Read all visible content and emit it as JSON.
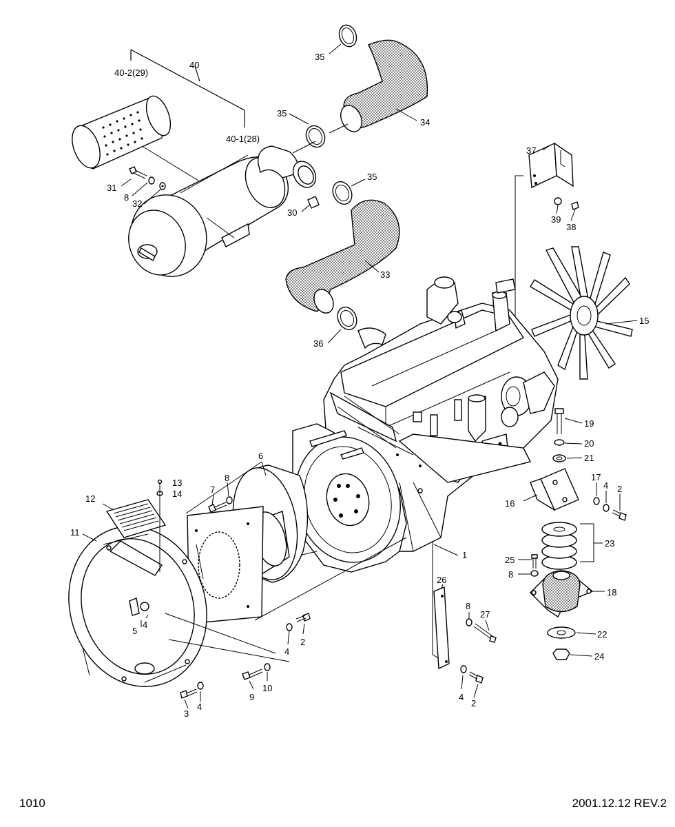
{
  "page": {
    "page_number": "1010",
    "revision": "2001.12.12 REV.2"
  },
  "callouts": {
    "c40": "40",
    "c40_2": "40-2(29)",
    "c40_1": "40-1(28)",
    "c35a": "35",
    "c35b": "35",
    "c35c": "35",
    "c34": "34",
    "c33": "33",
    "c36": "36",
    "c31": "31",
    "c8a": "8",
    "c32": "32",
    "c30": "30",
    "c37": "37",
    "c39": "39",
    "c38": "38",
    "c15": "15",
    "c19": "19",
    "c20": "20",
    "c21": "21",
    "c17": "17",
    "c4a": "4",
    "c2a": "2",
    "c16": "16",
    "c23": "23",
    "c25": "25",
    "c8b": "8",
    "c18": "18",
    "c22": "22",
    "c24": "24",
    "c1": "1",
    "c6": "6",
    "c7": "7",
    "c8c": "8",
    "c13": "13",
    "c14": "14",
    "c12": "12",
    "c11": "11",
    "c5": "5",
    "c4b": "4",
    "c4c": "4",
    "c2b": "2",
    "c9": "9",
    "c10": "10",
    "c3": "3",
    "c4d": "4",
    "c26": "26",
    "c8d": "8",
    "c27": "27",
    "c4e": "4",
    "c2c": "2"
  }
}
